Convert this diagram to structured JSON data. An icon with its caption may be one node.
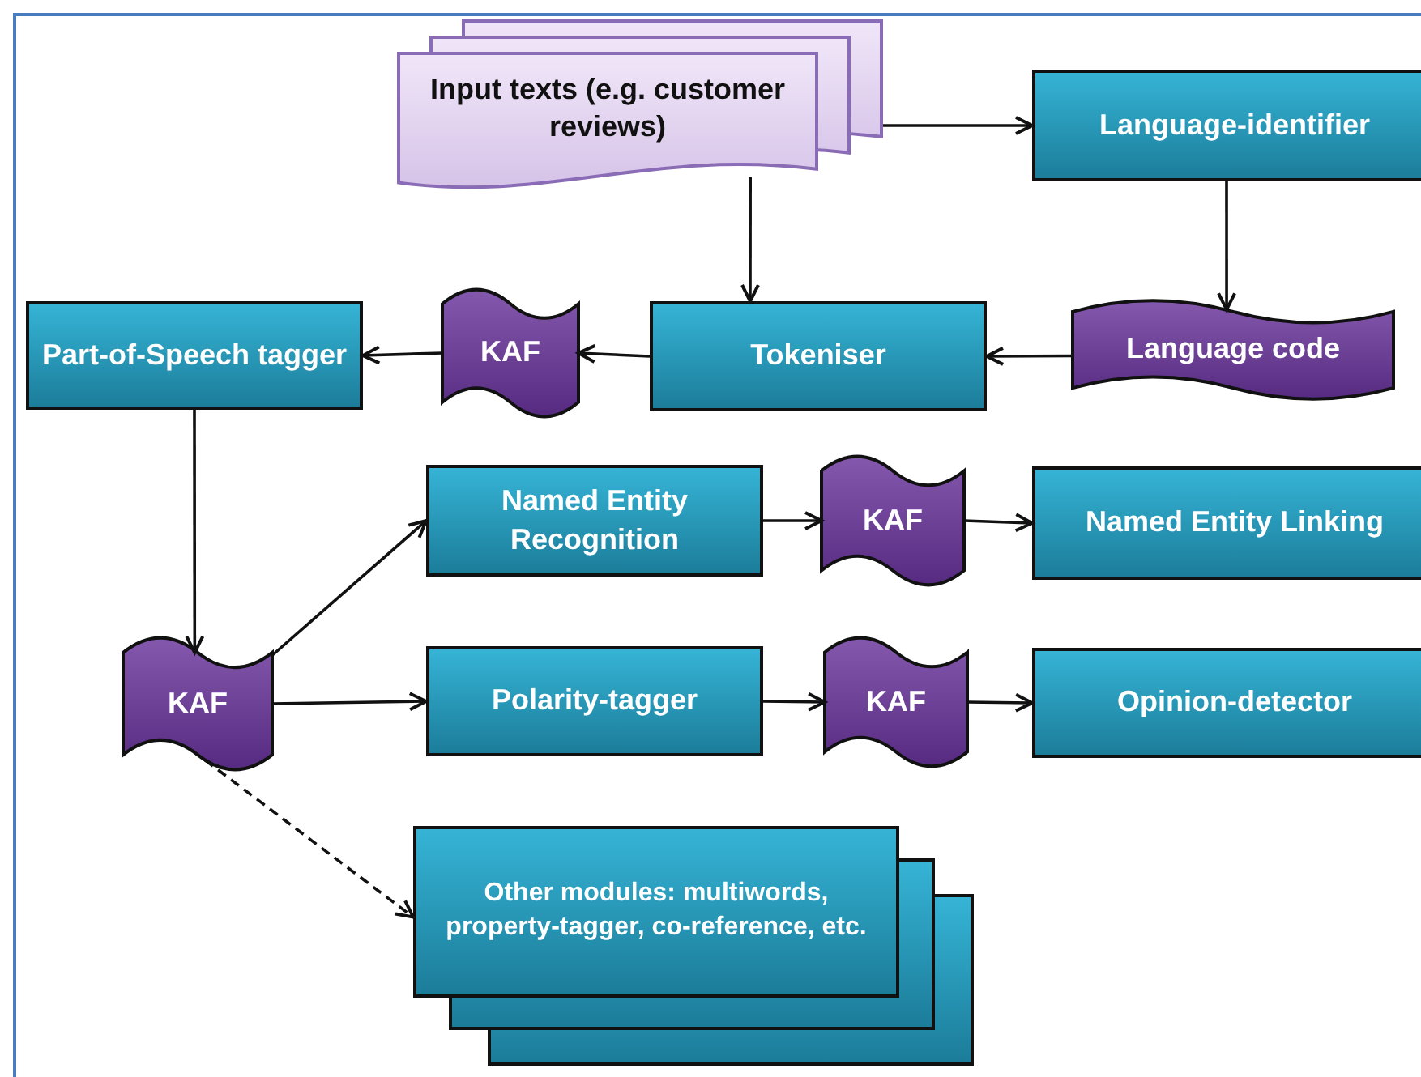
{
  "diagram": {
    "nodes": [
      {
        "text": [
          "Input texts (e.g. customer reviews)"
        ]
      },
      {
        "text": [
          "Language-identifier"
        ]
      },
      {
        "text": [
          "Tokeniser"
        ]
      },
      {
        "text": [
          "Language code"
        ]
      },
      {
        "text": [
          "KAF"
        ]
      },
      {
        "text": [
          "Part-of-Speech tagger"
        ]
      },
      {
        "text": [
          "KAF"
        ]
      },
      {
        "text": [
          "Named Entity Recognition"
        ]
      },
      {
        "text": [
          "KAF"
        ]
      },
      {
        "text": [
          "Named Entity Linking"
        ]
      },
      {
        "text": [
          "Polarity-tagger"
        ]
      },
      {
        "text": [
          "KAF"
        ]
      },
      {
        "text": [
          "Opinion-detector"
        ]
      },
      {
        "text": [
          "Other modules: multiwords, property-tagger, co-reference, etc."
        ]
      }
    ],
    "edges": [
      {
        "from": 0,
        "to": 1,
        "arrow": "to"
      },
      {
        "from": 0,
        "to": 2,
        "arrow": "to"
      },
      {
        "from": 1,
        "to": 3,
        "arrow": "to"
      },
      {
        "from": 3,
        "to": 2,
        "arrow": "to"
      },
      {
        "from": 2,
        "to": 4,
        "arrow": "to"
      },
      {
        "from": 4,
        "to": 5,
        "arrow": "to"
      },
      {
        "from": 5,
        "to": 6,
        "arrow": "to"
      },
      {
        "from": 6,
        "to": 7,
        "arrow": "to"
      },
      {
        "from": 7,
        "to": 8,
        "arrow": "to"
      },
      {
        "from": 8,
        "to": 9,
        "arrow": "to"
      },
      {
        "from": 6,
        "to": 10,
        "arrow": "to"
      },
      {
        "from": 10,
        "to": 11,
        "arrow": "to"
      },
      {
        "from": 11,
        "to": 12,
        "arrow": "to"
      },
      {
        "from": 6,
        "to": 13,
        "arrow": "to",
        "style": "dashed"
      }
    ]
  }
}
